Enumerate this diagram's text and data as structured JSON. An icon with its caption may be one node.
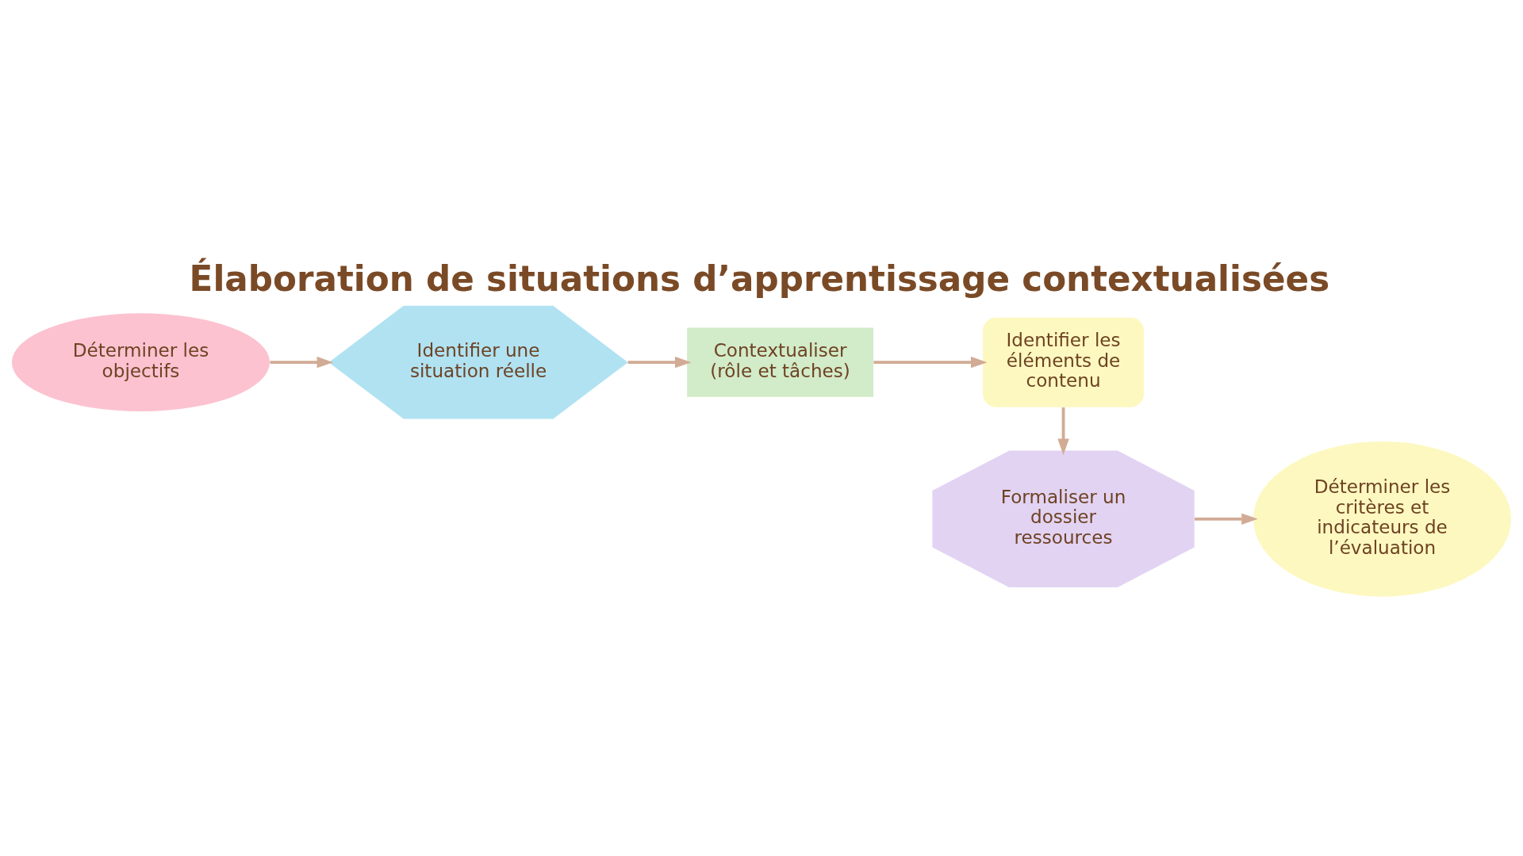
{
  "diagram": {
    "title": "Élaboration de situations d’apprentissage contextualisées",
    "nodes": [
      {
        "text": [
          "Déterminer les objectifs"
        ]
      },
      {
        "text": [
          "Identifier une situation réelle"
        ]
      },
      {
        "text": [
          "Contextualiser (rôle et tâches)"
        ]
      },
      {
        "text": [
          "Identifier les éléments de contenu"
        ]
      },
      {
        "text": [
          "Formaliser un dossier ressources"
        ]
      },
      {
        "text": [
          "Déterminer les critères et indicateurs de l’évaluation"
        ]
      }
    ],
    "edges": [
      {
        "from": 0,
        "to": 1,
        "arrow": "to"
      },
      {
        "from": 1,
        "to": 2,
        "arrow": "to"
      },
      {
        "from": 2,
        "to": 3,
        "arrow": "to"
      },
      {
        "from": 3,
        "to": 4,
        "arrow": "to"
      },
      {
        "from": 4,
        "to": 5,
        "arrow": "to"
      }
    ]
  }
}
